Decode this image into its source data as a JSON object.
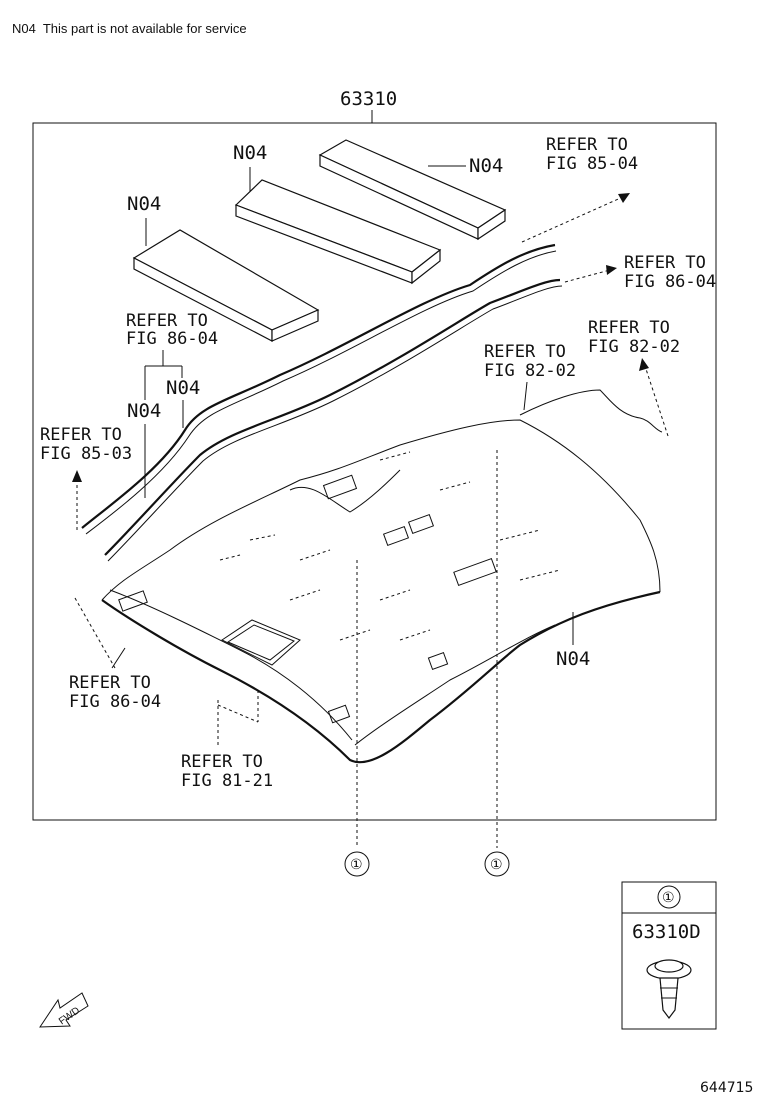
{
  "note": {
    "code": "N04",
    "text": "This part is not available for service"
  },
  "main_part": "63310",
  "labels": {
    "n04": "N04",
    "refer_to": "REFER TO",
    "fig_85_04": "FIG 85-04",
    "fig_86_04": "FIG 86-04",
    "fig_82_02": "FIG 82-02",
    "fig_85_03": "FIG 85-03",
    "fig_81_21": "FIG 81-21"
  },
  "callout_marker": "①",
  "clip_part": "63310D",
  "fwd": "FWD",
  "diagram_number": "644715"
}
